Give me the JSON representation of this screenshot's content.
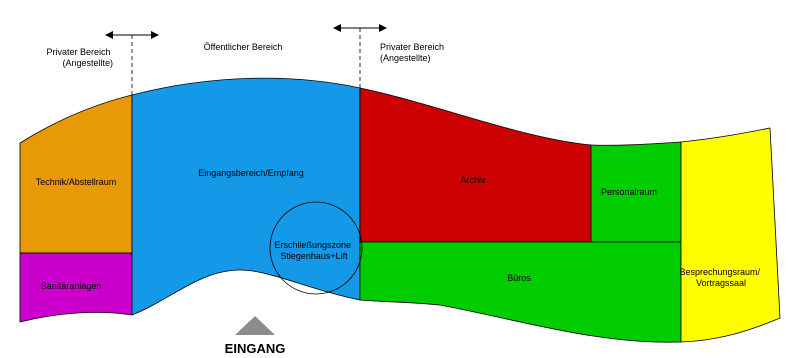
{
  "annotations": {
    "private_left": [
      "Privater Bereich",
      "(Angestellte)"
    ],
    "public": "Öffentlicher Bereich",
    "private_right": [
      "Privater Bereich",
      "(Angestellte)"
    ]
  },
  "rooms": {
    "technik": "Technik/Abstellraum",
    "sanitaer": "Sanitäranlagen",
    "eingang": "Eingangsbereich/Empfang",
    "erschliessung": [
      "Erschließungszone",
      "Stiegenhaus+Lift"
    ],
    "archiv": "Archiv",
    "personal": "Personalraum",
    "bueros": "Büros",
    "besprechung": [
      "Besprechungsraum/",
      "Vortragssaal"
    ]
  },
  "entrance_label": "EINGANG",
  "colors": {
    "technik": "#e79a06",
    "sanitaer": "#cc00cc",
    "eingang": "#1498e8",
    "archiv": "#cc0000",
    "personal": "#00cc00",
    "bueros": "#00cc00",
    "besprechung": "#ffff00",
    "entrance_marker": "#8c8c8c"
  },
  "icons": {
    "boundary_markers": "double-arrow-icon",
    "entrance_marker": "triangle-icon"
  }
}
